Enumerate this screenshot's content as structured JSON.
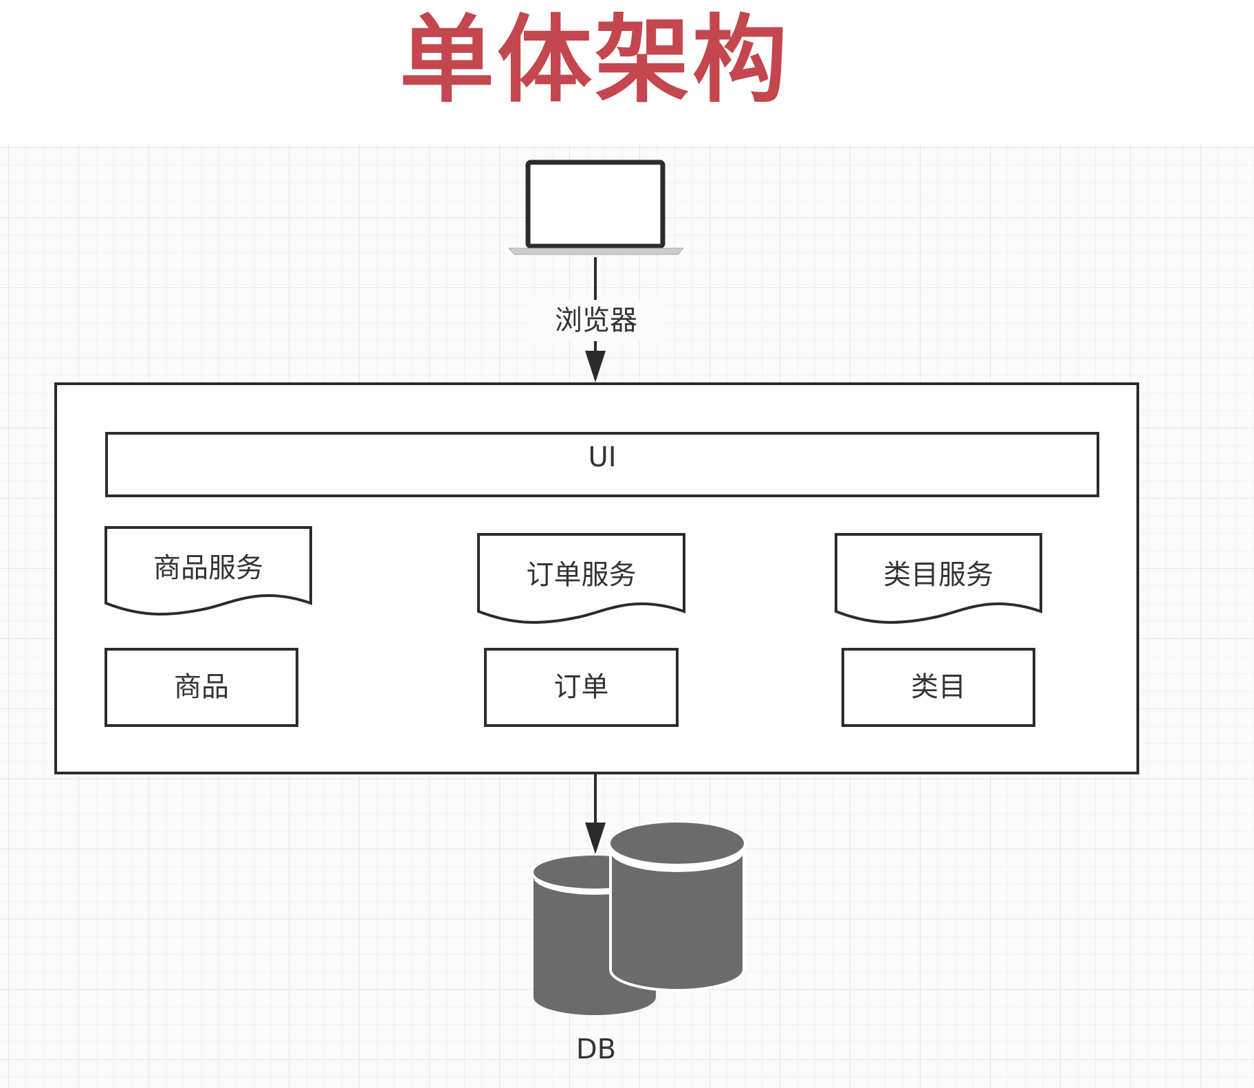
{
  "title": "单体架构",
  "diagram": {
    "arrow_label": "浏览器",
    "ui_layer": "UI",
    "services": [
      "商品服务",
      "订单服务",
      "类目服务"
    ],
    "modules": [
      "商品",
      "订单",
      "类目"
    ],
    "database": "DB"
  },
  "colors": {
    "title": "#c4464e",
    "stroke": "#2b2b2b",
    "database_fill": "#6b6b6b",
    "grid": "#e6e6e6"
  },
  "icons": [
    "laptop-icon",
    "database-icon"
  ]
}
